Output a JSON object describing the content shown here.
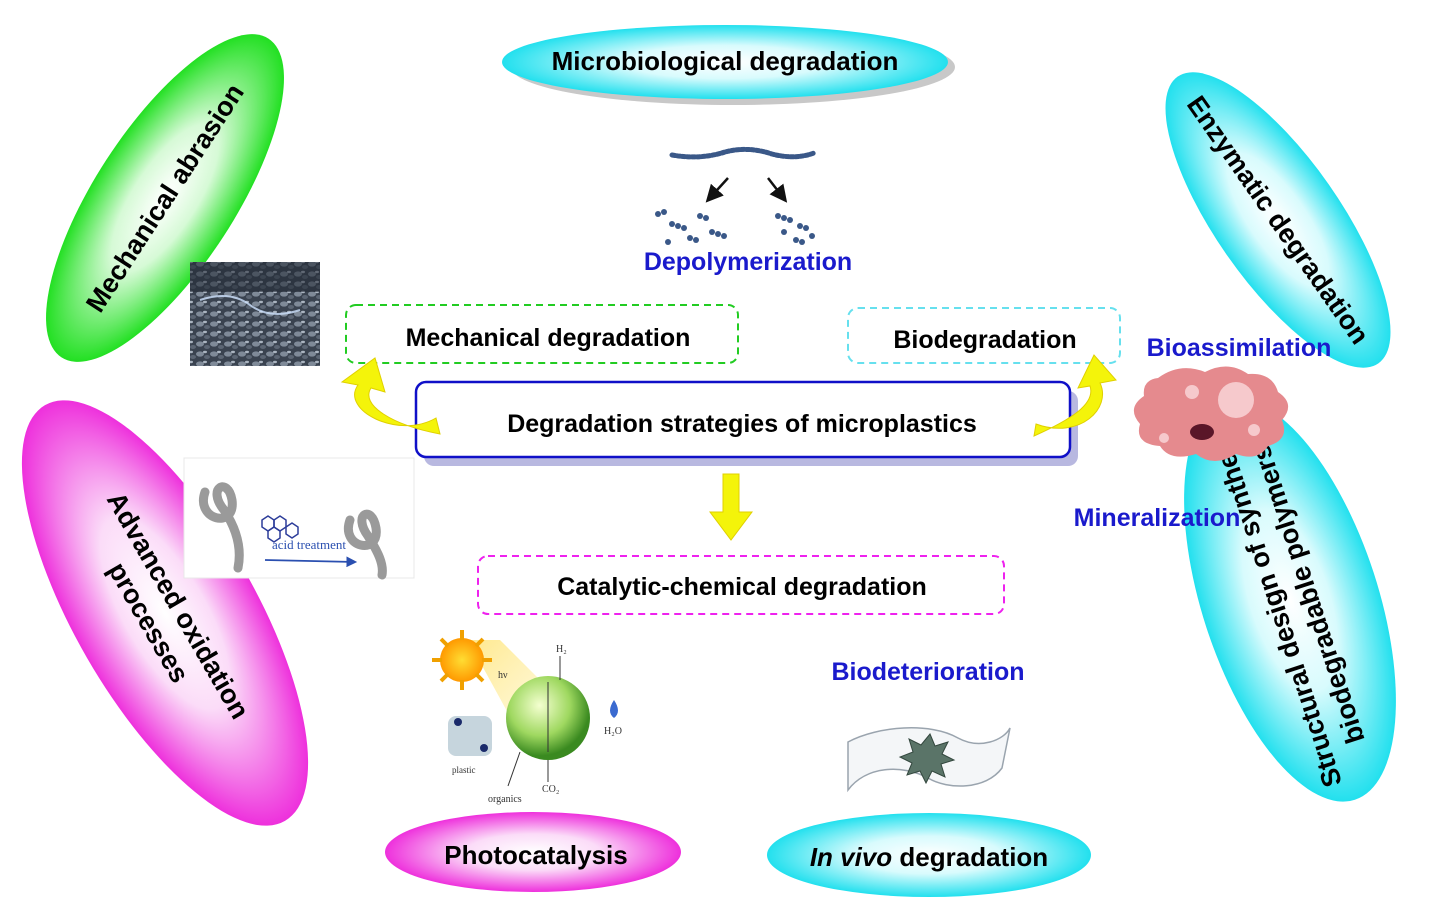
{
  "center": {
    "title": "Degradation strategies of microplastics"
  },
  "categories": {
    "mechanical": "Mechanical degradation",
    "bio": "Biodegradation",
    "catalytic": "Catalytic-chemical degradation"
  },
  "methods": {
    "microbiological": "Microbiological degradation",
    "enzymatic": "Enzymatic degradation",
    "structural_line1": "Structural design of synthetic",
    "structural_line2": "biodegradable polymers",
    "mechanical_abrasion": "Mechanical abrasion",
    "aop_line1": "Advanced oxidation",
    "aop_line2": "processes",
    "photocatalysis": "Photocatalysis",
    "invivo_italic": "In vivo",
    "invivo_rest": " degradation"
  },
  "stages": {
    "depolymerization": "Depolymerization",
    "bioassimilation": "Bioassimilation",
    "mineralization": "Mineralization",
    "biodeterioration": "Biodeterioration"
  },
  "illustration_labels": {
    "acid_treatment": "acid treatment",
    "plastic": "plastic",
    "organics": "organics",
    "co2": "CO₂",
    "h2o": "H₂O",
    "hv": "hν",
    "h2": "H₂"
  },
  "colors": {
    "cyan": "#33e6f0",
    "green": "#2ee82e",
    "magenta": "#f044e0",
    "blue_border": "#1010c8",
    "blue_text": "#1a1acc",
    "yellow_arrow": "#f4f40a",
    "green_dash": "#22cc22",
    "cyan_dash": "#66e0ee",
    "magenta_dash": "#ee22ee"
  }
}
